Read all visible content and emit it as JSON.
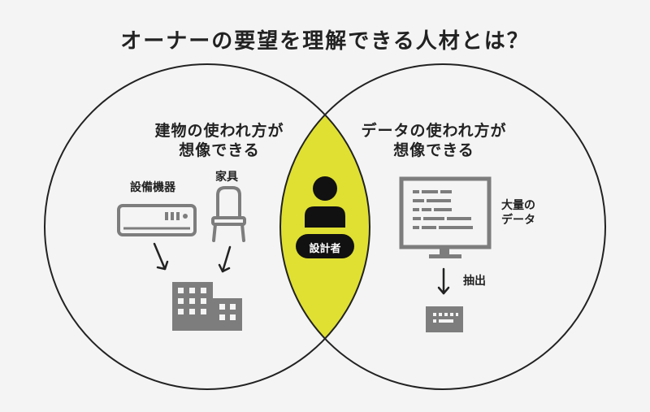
{
  "title": "オーナーの要望を理解できる人材とは？",
  "left_circle": {
    "heading_line1": "建物の使われ方が",
    "heading_line2": "想像できる",
    "equipment_label": "設備機器",
    "furniture_label": "家具"
  },
  "right_circle": {
    "heading_line1": "データの使われ方が",
    "heading_line2": "想像できる",
    "data_label_line1": "大量の",
    "data_label_line2": "データ",
    "extract_label": "抽出"
  },
  "center": {
    "role_label": "設計者"
  },
  "colors": {
    "background": "#f3f4f3",
    "overlap": "#dfe032",
    "icon_gray": "#7d7d7d",
    "outline": "#222222"
  }
}
